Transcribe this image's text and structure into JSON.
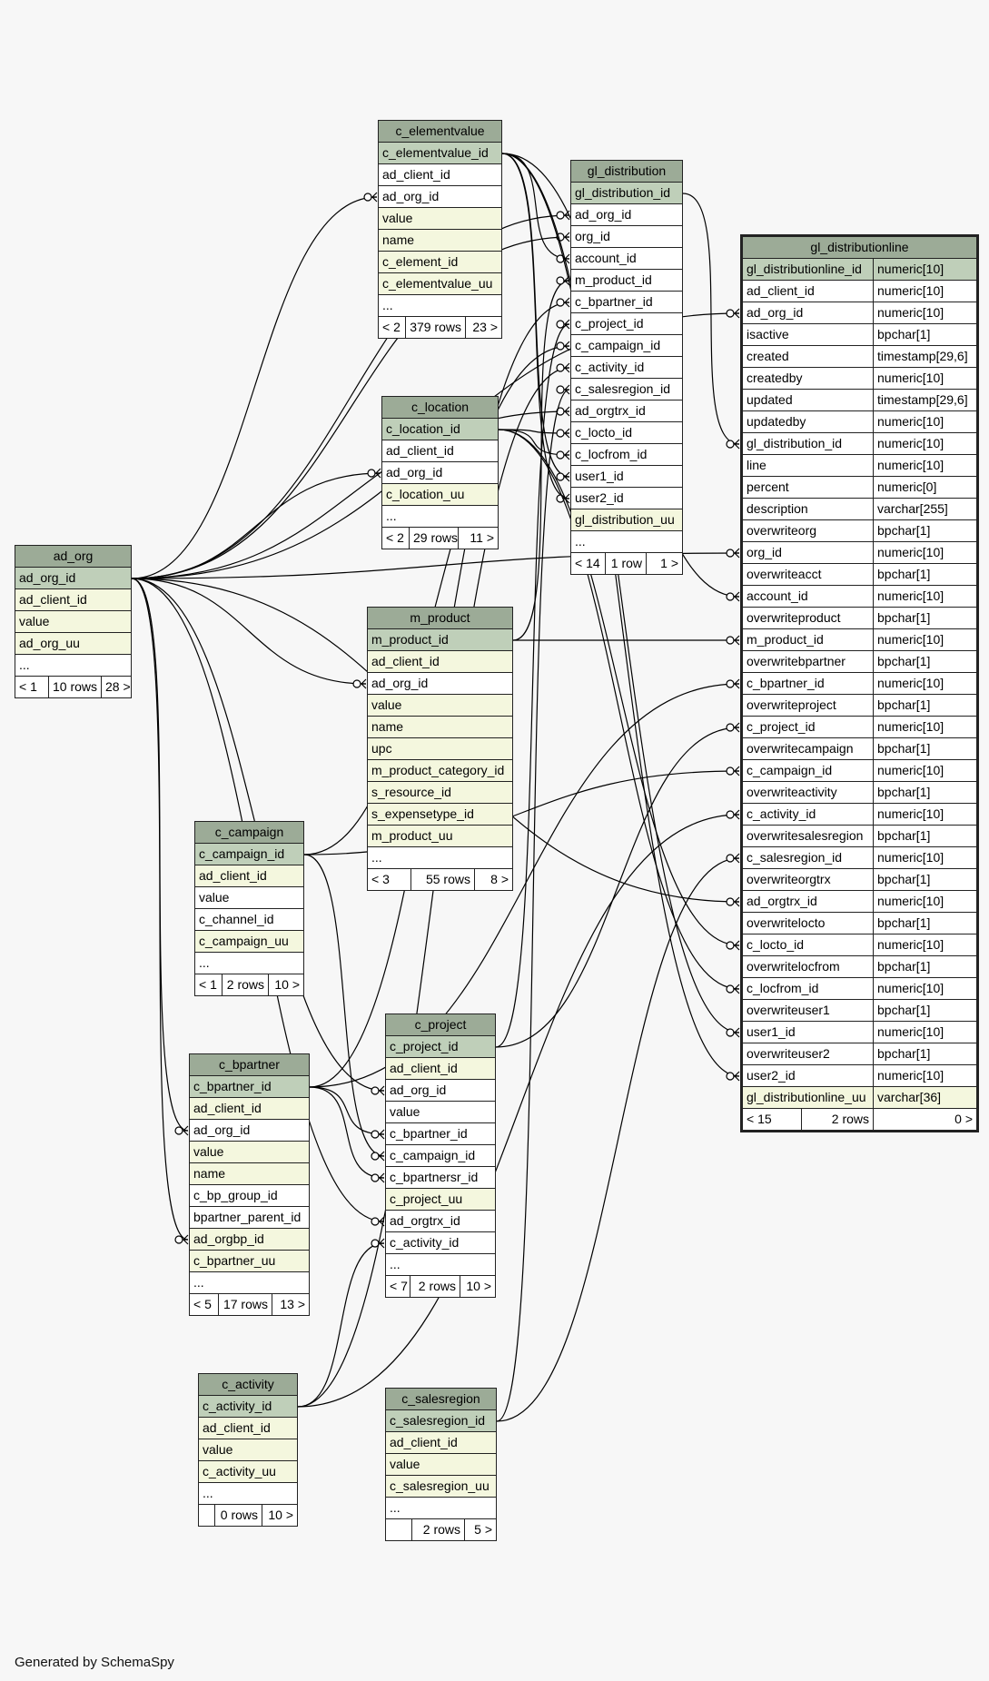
{
  "footer_text": "Generated by SchemaSpy",
  "colors": {
    "header": "#9cab97",
    "primary_key": "#bfcfb9",
    "indexed": "#f4f7de",
    "plain": "#ffffff",
    "background": "#f7f7f7"
  },
  "tables": {
    "ad_org": {
      "name": "ad_org",
      "columns": [
        "ad_org_id",
        "ad_client_id",
        "value",
        "ad_org_uu",
        "..."
      ],
      "footer": [
        "< 1",
        "10 rows",
        "28 >"
      ]
    },
    "c_elementvalue": {
      "name": "c_elementvalue",
      "columns": [
        "c_elementvalue_id",
        "ad_client_id",
        "ad_org_id",
        "value",
        "name",
        "c_element_id",
        "c_elementvalue_uu",
        "..."
      ],
      "footer": [
        "< 2",
        "379 rows",
        "23 >"
      ]
    },
    "c_location": {
      "name": "c_location",
      "columns": [
        "c_location_id",
        "ad_client_id",
        "ad_org_id",
        "c_location_uu",
        "..."
      ],
      "footer": [
        "< 2",
        "29 rows",
        "11 >"
      ]
    },
    "m_product": {
      "name": "m_product",
      "columns": [
        "m_product_id",
        "ad_client_id",
        "ad_org_id",
        "value",
        "name",
        "upc",
        "m_product_category_id",
        "s_resource_id",
        "s_expensetype_id",
        "m_product_uu",
        "..."
      ],
      "footer": [
        "< 3",
        "55 rows",
        "8 >"
      ]
    },
    "c_campaign": {
      "name": "c_campaign",
      "columns": [
        "c_campaign_id",
        "ad_client_id",
        "value",
        "c_channel_id",
        "c_campaign_uu",
        "..."
      ],
      "footer": [
        "< 1",
        "2 rows",
        "10 >"
      ]
    },
    "c_bpartner": {
      "name": "c_bpartner",
      "columns": [
        "c_bpartner_id",
        "ad_client_id",
        "ad_org_id",
        "value",
        "name",
        "c_bp_group_id",
        "bpartner_parent_id",
        "ad_orgbp_id",
        "c_bpartner_uu",
        "..."
      ],
      "footer": [
        "< 5",
        "17 rows",
        "13 >"
      ]
    },
    "c_project": {
      "name": "c_project",
      "columns": [
        "c_project_id",
        "ad_client_id",
        "ad_org_id",
        "value",
        "c_bpartner_id",
        "c_campaign_id",
        "c_bpartnersr_id",
        "c_project_uu",
        "ad_orgtrx_id",
        "c_activity_id",
        "..."
      ],
      "footer": [
        "< 7",
        "2 rows",
        "10 >"
      ]
    },
    "c_activity": {
      "name": "c_activity",
      "columns": [
        "c_activity_id",
        "ad_client_id",
        "value",
        "c_activity_uu",
        "..."
      ],
      "footer": [
        "",
        "0 rows",
        "10 >"
      ]
    },
    "c_salesregion": {
      "name": "c_salesregion",
      "columns": [
        "c_salesregion_id",
        "ad_client_id",
        "value",
        "c_salesregion_uu",
        "..."
      ],
      "footer": [
        "",
        "2 rows",
        "5 >"
      ]
    },
    "gl_distribution": {
      "name": "gl_distribution",
      "columns": [
        "gl_distribution_id",
        "ad_org_id",
        "org_id",
        "account_id",
        "m_product_id",
        "c_bpartner_id",
        "c_project_id",
        "c_campaign_id",
        "c_activity_id",
        "c_salesregion_id",
        "ad_orgtrx_id",
        "c_locto_id",
        "c_locfrom_id",
        "user1_id",
        "user2_id",
        "gl_distribution_uu",
        "..."
      ],
      "footer": [
        "< 14",
        "1 row",
        "1 >"
      ]
    },
    "gl_distributionline": {
      "name": "gl_distributionline",
      "columns": [
        [
          "gl_distributionline_id",
          "numeric[10]"
        ],
        [
          "ad_client_id",
          "numeric[10]"
        ],
        [
          "ad_org_id",
          "numeric[10]"
        ],
        [
          "isactive",
          "bpchar[1]"
        ],
        [
          "created",
          "timestamp[29,6]"
        ],
        [
          "createdby",
          "numeric[10]"
        ],
        [
          "updated",
          "timestamp[29,6]"
        ],
        [
          "updatedby",
          "numeric[10]"
        ],
        [
          "gl_distribution_id",
          "numeric[10]"
        ],
        [
          "line",
          "numeric[10]"
        ],
        [
          "percent",
          "numeric[0]"
        ],
        [
          "description",
          "varchar[255]"
        ],
        [
          "overwriteorg",
          "bpchar[1]"
        ],
        [
          "org_id",
          "numeric[10]"
        ],
        [
          "overwriteacct",
          "bpchar[1]"
        ],
        [
          "account_id",
          "numeric[10]"
        ],
        [
          "overwriteproduct",
          "bpchar[1]"
        ],
        [
          "m_product_id",
          "numeric[10]"
        ],
        [
          "overwritebpartner",
          "bpchar[1]"
        ],
        [
          "c_bpartner_id",
          "numeric[10]"
        ],
        [
          "overwriteproject",
          "bpchar[1]"
        ],
        [
          "c_project_id",
          "numeric[10]"
        ],
        [
          "overwritecampaign",
          "bpchar[1]"
        ],
        [
          "c_campaign_id",
          "numeric[10]"
        ],
        [
          "overwriteactivity",
          "bpchar[1]"
        ],
        [
          "c_activity_id",
          "numeric[10]"
        ],
        [
          "overwritesalesregion",
          "bpchar[1]"
        ],
        [
          "c_salesregion_id",
          "numeric[10]"
        ],
        [
          "overwriteorgtrx",
          "bpchar[1]"
        ],
        [
          "ad_orgtrx_id",
          "numeric[10]"
        ],
        [
          "overwritelocto",
          "bpchar[1]"
        ],
        [
          "c_locto_id",
          "numeric[10]"
        ],
        [
          "overwritelocfrom",
          "bpchar[1]"
        ],
        [
          "c_locfrom_id",
          "numeric[10]"
        ],
        [
          "overwriteuser1",
          "bpchar[1]"
        ],
        [
          "user1_id",
          "numeric[10]"
        ],
        [
          "overwriteuser2",
          "bpchar[1]"
        ],
        [
          "user2_id",
          "numeric[10]"
        ],
        [
          "gl_distributionline_uu",
          "varchar[36]"
        ]
      ],
      "footer": [
        "< 15",
        "2 rows",
        "0 >"
      ]
    }
  }
}
